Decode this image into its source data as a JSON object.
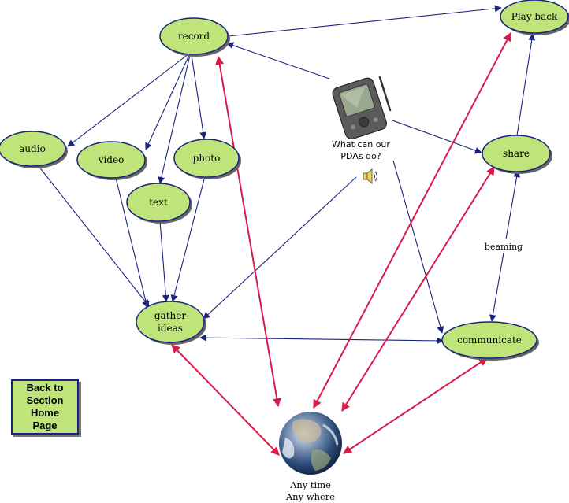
{
  "nodes": {
    "record": "record",
    "play_back": "Play back",
    "audio": "audio",
    "video": "video",
    "photo": "photo",
    "text": "text",
    "share": "share",
    "gather_line1": "gather",
    "gather_line2": "ideas",
    "communicate": "communicate"
  },
  "center": {
    "line1": "What can our",
    "line2": "PDAs do?"
  },
  "edge_labels": {
    "beaming": "beaming"
  },
  "earth": {
    "line1": "Any time",
    "line2": "Any where"
  },
  "back_button": {
    "label": "Back to Section Home Page"
  },
  "colors": {
    "node_fill": "#bfe57a",
    "node_stroke": "#1a237e",
    "arrow_navy": "#1a237e",
    "arrow_red": "#d81b4a"
  }
}
